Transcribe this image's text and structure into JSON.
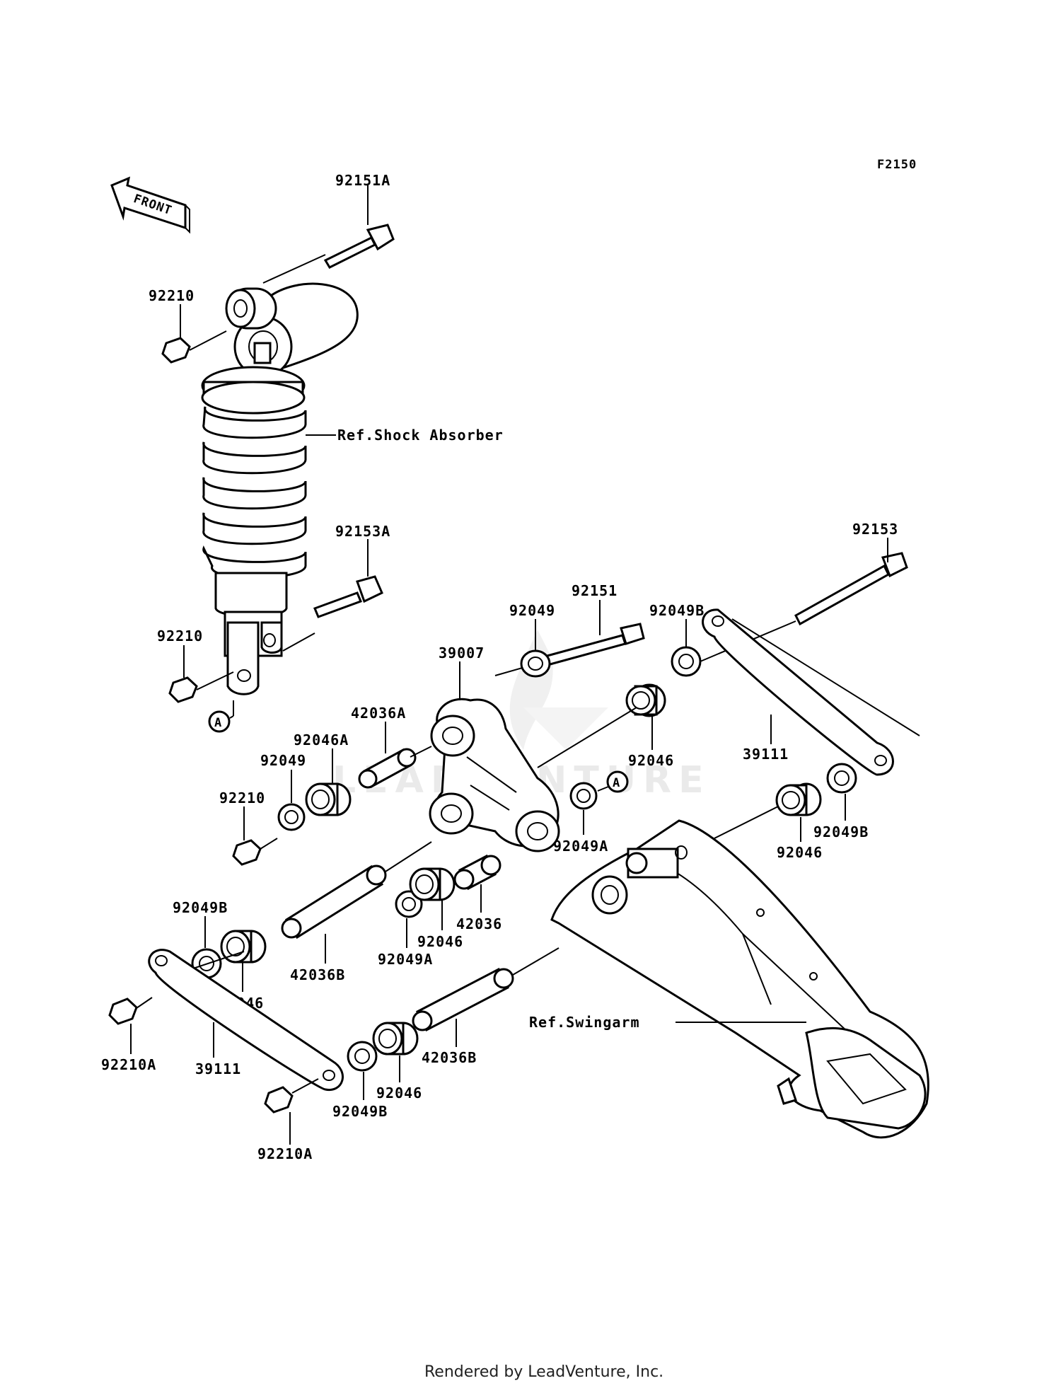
{
  "figure_code": "F2150",
  "footer": "Rendered by LeadVenture, Inc.",
  "watermark": "LEADVENTURE",
  "front_arrow": "FRONT",
  "callout_a": "A",
  "references": {
    "shock_absorber": "Ref.Shock Absorber",
    "swingarm": "Ref.Swingarm"
  },
  "parts": [
    "92151A",
    "92210",
    "92153A",
    "92210",
    "92151",
    "92049",
    "92049B",
    "92153",
    "39007",
    "42036A",
    "92046A",
    "92049",
    "92210",
    "92046",
    "39111",
    "92049A",
    "92049B",
    "92046",
    "92049B",
    "42036B",
    "92049A",
    "92046",
    "42036",
    "92046",
    "92210A",
    "39111",
    "42036B",
    "92046",
    "92049B",
    "92210A"
  ]
}
